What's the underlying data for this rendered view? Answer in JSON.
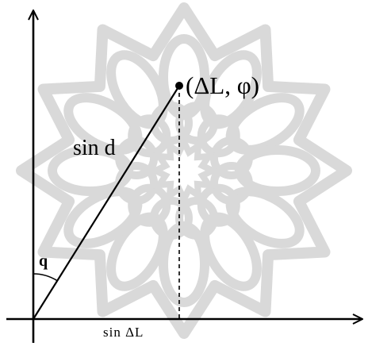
{
  "labels": {
    "point": "(ΔL, φ)",
    "hypotenuse": "sin d",
    "angle": "q",
    "base": "sin ΔL"
  },
  "watermark": {
    "icon": "star-rosette-watermark-icon",
    "color": "#d9d9d9"
  },
  "colors": {
    "ink": "#000000",
    "background": "#ffffff"
  }
}
